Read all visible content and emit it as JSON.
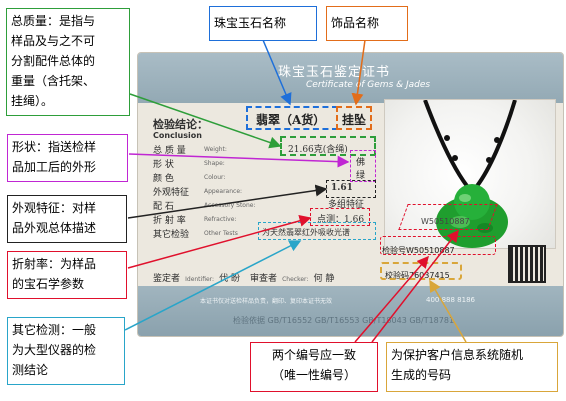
{
  "certificate": {
    "title_cn": "珠宝玉石鉴定证书",
    "title_en": "Certificate of Gems & Jades",
    "conclusion_cn": "检验结论：",
    "conclusion_en": "Conclusion",
    "gem_name": "翡翠（A货）",
    "item_name": "挂坠",
    "rows": [
      {
        "cn": "总 质 量",
        "en": "Weight:",
        "value": "21.66克(含绳)"
      },
      {
        "cn": "形    状",
        "en": "Shape:",
        "value": "佛"
      },
      {
        "cn": "颜    色",
        "en": "Colour:",
        "value": "绿"
      },
      {
        "cn": "外观特征",
        "en": "Appearance:",
        "value": "1.61"
      },
      {
        "cn": "配    石",
        "en": "Accessory Stone:",
        "value": "多组特征"
      },
      {
        "cn": "折 射 率",
        "en": "Refractive:",
        "value": "点测：1.66"
      },
      {
        "cn": "其它检验",
        "en": "Other Tests",
        "value": "为天然翡翠红外吸收光谱"
      }
    ],
    "photo_number": "W50510887",
    "number_inspection": "检验号W50510887",
    "number_check": "校验码76037415",
    "identifier_cn": "鉴定者",
    "identifier_en": "Identifier:",
    "identifier_value": "代 盼",
    "checker_cn": "审查者",
    "checker_en": "Checker:",
    "checker_value": "何 静",
    "disclaimer": "本证书仅对送检样品负责，翻印、复印本证书无效",
    "phone": "400 888 8186",
    "basis": "检验依据 GB/T16552  GB/T16553  GB/T18043  GB/T18781"
  },
  "annotations": {
    "gem_name": "珠宝玉石名称",
    "item_name": "饰品名称",
    "weight": "总质量：是指与样品及与之不可分割配件总体的重量（含托架、挂绳）。",
    "weight_lines": [
      "总质量：是指与",
      "样品及与之不可",
      "分割配件总体的",
      "重量（含托架、",
      "挂绳）。"
    ],
    "shape_lines": [
      "形状：指送检样",
      "品加工后的外形"
    ],
    "appearance_lines": [
      "外观特征：对样",
      "品外观总体描述"
    ],
    "refractive_lines": [
      "折射率：为样品",
      "的宝石学参数"
    ],
    "other_lines": [
      "其它检测：一般",
      "为大型仪器的检",
      "测结论"
    ],
    "number_match_lines": [
      "两个编号应一致",
      "（唯一性编号）"
    ],
    "code_lines": [
      "为保护客户信息系统随机",
      "生成的号码"
    ]
  },
  "colors": {
    "green": "#2e9e3a",
    "purple": "#c026d3",
    "blue": "#1e6fd9",
    "orange": "#e26d1a",
    "red": "#e0102c",
    "gold": "#d9a63a",
    "cyan": "#29a5c9",
    "header": "#9cb2bd"
  }
}
